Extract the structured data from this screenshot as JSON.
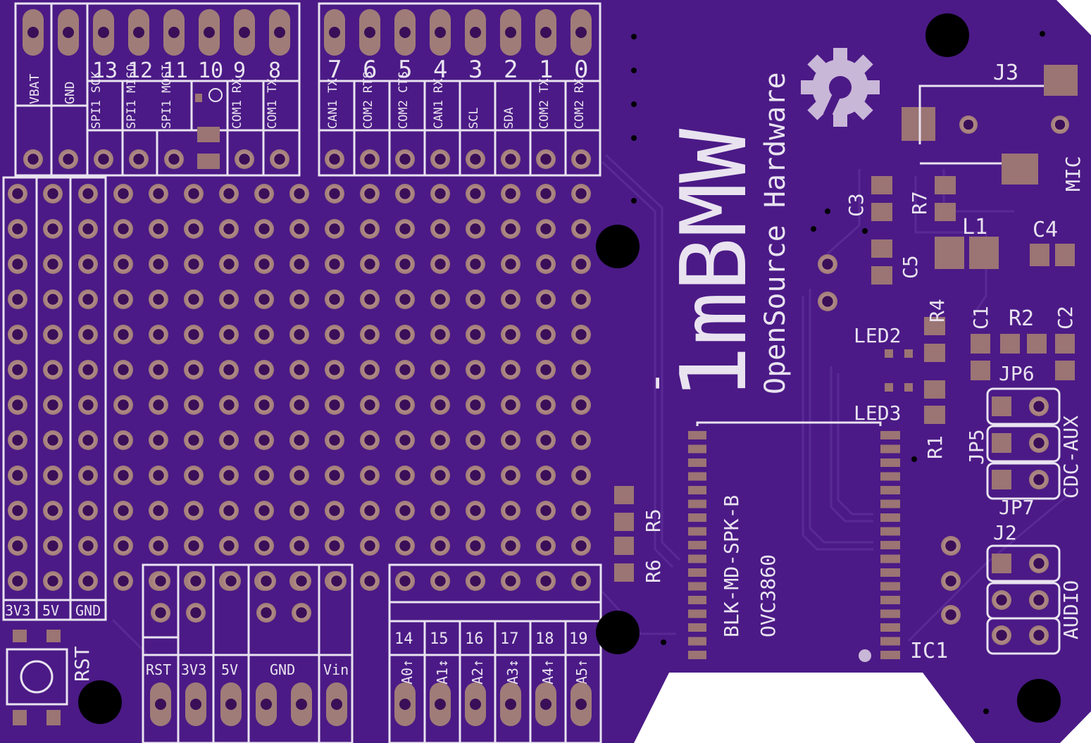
{
  "colors": {
    "board": "#4b1a86",
    "board_dark": "#3e1473",
    "pad": "#9b7474",
    "pad_ring": "#b28c86",
    "hole": "#3a0f58",
    "silk": "#e9e3f0",
    "mount_hole": "#000000"
  },
  "top_header_left": {
    "numbers": [
      "13",
      "12",
      "11",
      "10",
      "9",
      "8"
    ],
    "functions": [
      "VBAT",
      "GND",
      "SPI1 SCK",
      "SPI1 MISO",
      "SPI1 MOSI",
      "",
      "COM1 RX",
      "COM1 TX"
    ]
  },
  "top_header_right": {
    "numbers": [
      "7",
      "6",
      "5",
      "4",
      "3",
      "2",
      "1",
      "0"
    ],
    "functions": [
      "CAN1 TX",
      "COM2 RTS",
      "COM2 CTS",
      "CAN1 RX",
      "SCL",
      "SDA",
      "COM2 TX",
      "COM2 RX"
    ]
  },
  "side_rails": [
    "3V3",
    "5V",
    "GND"
  ],
  "power_header": [
    "RST",
    "3V3",
    "5V",
    "GND",
    "Vin"
  ],
  "analog_header": {
    "numbers": [
      "14",
      "15",
      "16",
      "17",
      "18",
      "19"
    ],
    "names": [
      "A0↑",
      "A1↕",
      "A2↑",
      "A3↕",
      "A4↑",
      "A5↑"
    ]
  },
  "branding": {
    "logo": "1mBMW",
    "tagline": "OpenSource Hardware",
    "dash": "-"
  },
  "components": {
    "J3": "J3",
    "MIC": "MIC",
    "C3": "C3",
    "R7": "R7",
    "L1": "L1",
    "C4": "C4",
    "C5": "C5",
    "R4": "R4",
    "C1": "C1",
    "R2": "R2",
    "C2": "C2",
    "LED2": "LED2",
    "LED3": "LED3",
    "JP6": "JP6",
    "JP5": "JP5",
    "R1": "R1",
    "CDC_AUX": "CDC-AUX",
    "JP7": "JP7",
    "J2": "J2",
    "AUDIO": "AUDIO",
    "R5": "R5",
    "R6": "R6",
    "BLK": "BLK-MD-SPK-B",
    "OVC": "OVC3860",
    "IC1": "IC1",
    "RST": "RST"
  }
}
